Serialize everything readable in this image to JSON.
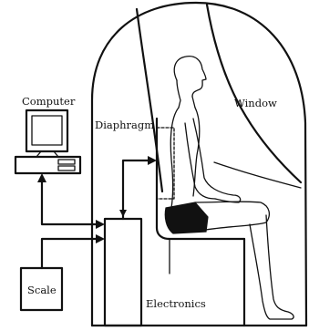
{
  "labels": {
    "computer": "Computer",
    "diaphragm": "Diaphragm",
    "window": "Window",
    "scale": "Scale",
    "electronics": "Electronics"
  },
  "colors": {
    "ink": "#111111",
    "paper": "#ffffff"
  }
}
